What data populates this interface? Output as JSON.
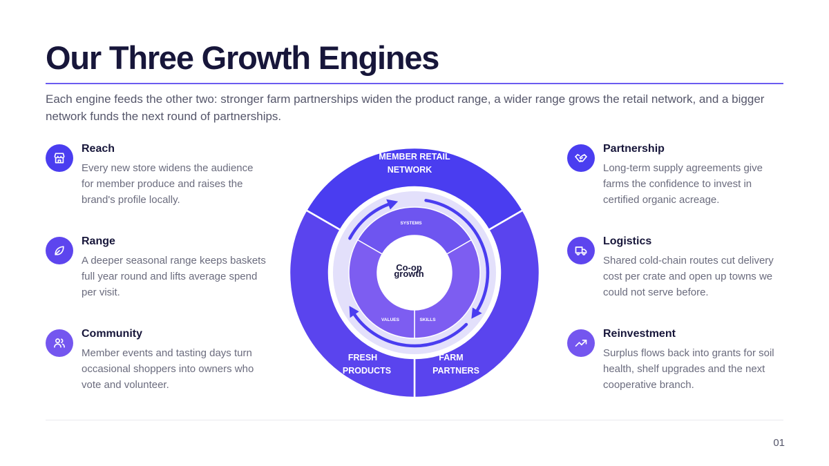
{
  "title": "Our Three Growth Engines",
  "subtitle": "Each engine feeds the other two: stronger farm partnerships widen the product range, a wider range grows the retail network, and a bigger network funds the next round of partnerships.",
  "left_items": [
    {
      "icon": "store-icon",
      "title": "Reach",
      "body": "Every new store widens the audience for member produce and raises the brand's profile locally.",
      "color": "#4a3df0"
    },
    {
      "icon": "leaf-icon",
      "title": "Range",
      "body": "A deeper seasonal range keeps baskets full year round and lifts average spend per visit.",
      "color": "#5d45ee"
    },
    {
      "icon": "users-icon",
      "title": "Community",
      "body": "Member events and tasting days turn occasional shoppers into owners who vote and volunteer.",
      "color": "#7456ef"
    }
  ],
  "right_items": [
    {
      "icon": "handshake-icon",
      "title": "Partnership",
      "body": "Long-term supply agreements give farms the confidence to invest in certified organic acreage.",
      "color": "#4a3df0"
    },
    {
      "icon": "truck-icon",
      "title": "Logistics",
      "body": "Shared cold-chain routes cut delivery cost per crate and open up towns we could not serve before.",
      "color": "#5d45ee"
    },
    {
      "icon": "trending-up-icon",
      "title": "Reinvestment",
      "body": "Surplus flows back into grants for soil health, shelf upgrades and the next cooperative branch.",
      "color": "#7456ef"
    }
  ],
  "diagram": {
    "outer_segments": [
      {
        "label": [
          "MEMBER RETAIL",
          "NETWORK"
        ],
        "color": "#4a3df0"
      },
      {
        "label": [
          "FARM",
          "PARTNERS"
        ],
        "color": "#5a44ee"
      },
      {
        "label": [
          "FRESH",
          "PRODUCTS"
        ],
        "color": "#5a44ee"
      }
    ],
    "inner_segments": [
      {
        "label": "SYSTEMS",
        "color": "#6e55f0"
      },
      {
        "label": "SKILLS",
        "color": "#7d5df1"
      },
      {
        "label": "VALUES",
        "color": "#7d5df1"
      }
    ],
    "center_label": [
      "Co-op",
      "growth"
    ],
    "band_color": "#e3e0fb",
    "arrow_color": "#4a3df0"
  },
  "page_number": "01",
  "colors": {
    "accent": "#4a3df0",
    "title": "#17163a",
    "text": "#6a6b7d"
  }
}
